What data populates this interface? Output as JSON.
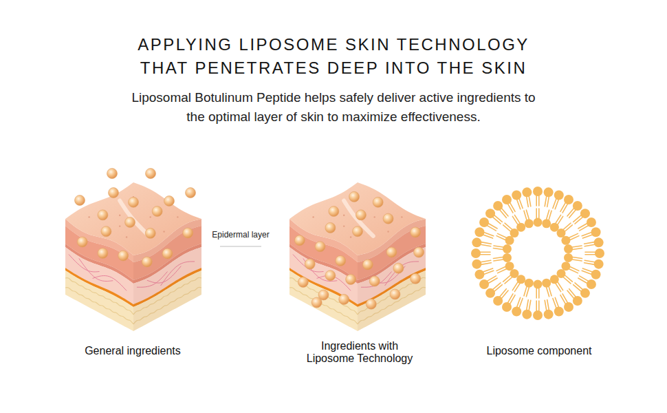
{
  "diagram": {
    "title": "APPLYING LIPOSOME SKIN TECHNOLOGY THAT PENETRATES DEEP INTO THE SKIN",
    "labels": [
      "Liposomal Botulinum Peptide helps safely deliver active ingredients to the optimal layer of skin to maximize effectiveness.",
      "Epidermal layer",
      "General ingredients",
      "Ingredients with Liposome Technology",
      "Liposome component"
    ]
  }
}
